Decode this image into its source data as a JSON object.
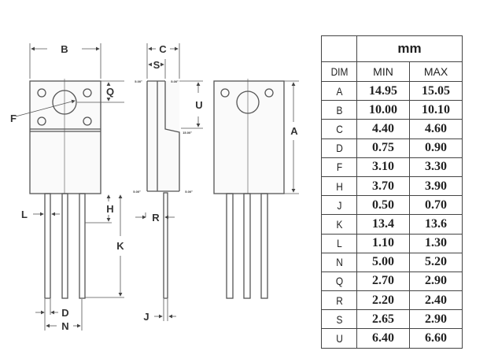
{
  "drawing": {
    "labels": {
      "B": "B",
      "C": "C",
      "S": "S",
      "Q": "Q",
      "F": "F",
      "U": "U",
      "A": "A",
      "H": "H",
      "K": "K",
      "L": "L",
      "R": "R",
      "D": "D",
      "N": "N",
      "J": "J"
    },
    "angles": {
      "small": "5.00°",
      "large": "15.00°"
    }
  },
  "table": {
    "unit": "mm",
    "headers": [
      "DIM",
      "MIN",
      "MAX"
    ],
    "rows": [
      {
        "dim": "A",
        "min": "14.95",
        "max": "15.05"
      },
      {
        "dim": "B",
        "min": "10.00",
        "max": "10.10"
      },
      {
        "dim": "C",
        "min": "4.40",
        "max": "4.60"
      },
      {
        "dim": "D",
        "min": "0.75",
        "max": "0.90"
      },
      {
        "dim": "F",
        "min": "3.10",
        "max": "3.30"
      },
      {
        "dim": "H",
        "min": "3.70",
        "max": "3.90"
      },
      {
        "dim": "J",
        "min": "0.50",
        "max": "0.70"
      },
      {
        "dim": "K",
        "min": "13.4",
        "max": "13.6"
      },
      {
        "dim": "L",
        "min": "1.10",
        "max": "1.30"
      },
      {
        "dim": "N",
        "min": "5.00",
        "max": "5.20"
      },
      {
        "dim": "Q",
        "min": "2.70",
        "max": "2.90"
      },
      {
        "dim": "R",
        "min": "2.20",
        "max": "2.40"
      },
      {
        "dim": "S",
        "min": "2.65",
        "max": "2.90"
      },
      {
        "dim": "U",
        "min": "6.40",
        "max": "6.60"
      }
    ]
  }
}
